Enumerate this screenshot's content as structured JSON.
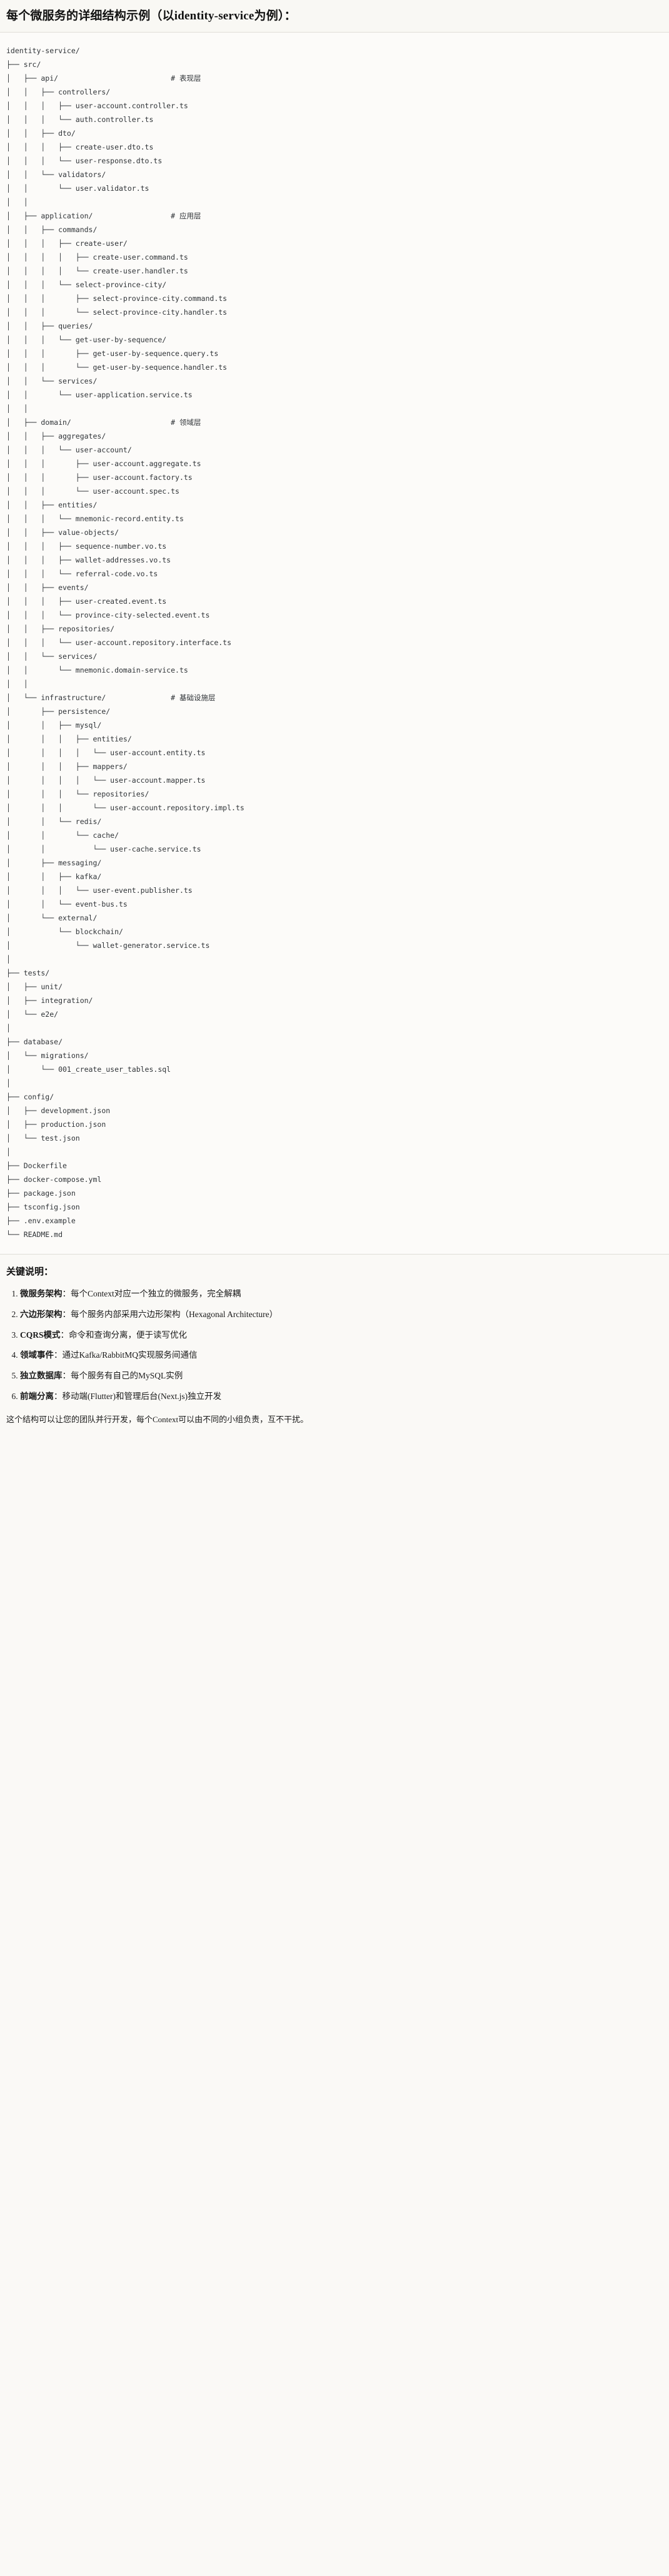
{
  "document": {
    "title": "每个微服务的详细结构示例（以identity-service为例）："
  },
  "tree": {
    "root": "identity-service/",
    "lines": [
      "identity-service/",
      "├── src/",
      "│   ├── api/                          # 表现层",
      "│   │   ├── controllers/",
      "│   │   │   ├── user-account.controller.ts",
      "│   │   │   └── auth.controller.ts",
      "│   │   ├── dto/",
      "│   │   │   ├── create-user.dto.ts",
      "│   │   │   └── user-response.dto.ts",
      "│   │   └── validators/",
      "│   │       └── user.validator.ts",
      "│   │",
      "│   ├── application/                  # 应用层",
      "│   │   ├── commands/",
      "│   │   │   ├── create-user/",
      "│   │   │   │   ├── create-user.command.ts",
      "│   │   │   │   └── create-user.handler.ts",
      "│   │   │   └── select-province-city/",
      "│   │   │       ├── select-province-city.command.ts",
      "│   │   │       └── select-province-city.handler.ts",
      "│   │   ├── queries/",
      "│   │   │   └── get-user-by-sequence/",
      "│   │   │       ├── get-user-by-sequence.query.ts",
      "│   │   │       └── get-user-by-sequence.handler.ts",
      "│   │   └── services/",
      "│   │       └── user-application.service.ts",
      "│   │",
      "│   ├── domain/                       # 领域层",
      "│   │   ├── aggregates/",
      "│   │   │   └── user-account/",
      "│   │   │       ├── user-account.aggregate.ts",
      "│   │   │       ├── user-account.factory.ts",
      "│   │   │       └── user-account.spec.ts",
      "│   │   ├── entities/",
      "│   │   │   └── mnemonic-record.entity.ts",
      "│   │   ├── value-objects/",
      "│   │   │   ├── sequence-number.vo.ts",
      "│   │   │   ├── wallet-addresses.vo.ts",
      "│   │   │   └── referral-code.vo.ts",
      "│   │   ├── events/",
      "│   │   │   ├── user-created.event.ts",
      "│   │   │   └── province-city-selected.event.ts",
      "│   │   ├── repositories/",
      "│   │   │   └── user-account.repository.interface.ts",
      "│   │   └── services/",
      "│   │       └── mnemonic.domain-service.ts",
      "│   │",
      "│   └── infrastructure/               # 基础设施层",
      "│       ├── persistence/",
      "│       │   ├── mysql/",
      "│       │   │   ├── entities/",
      "│       │   │   │   └── user-account.entity.ts",
      "│       │   │   ├── mappers/",
      "│       │   │   │   └── user-account.mapper.ts",
      "│       │   │   └── repositories/",
      "│       │   │       └── user-account.repository.impl.ts",
      "│       │   └── redis/",
      "│       │       └── cache/",
      "│       │           └── user-cache.service.ts",
      "│       ├── messaging/",
      "│       │   ├── kafka/",
      "│       │   │   └── user-event.publisher.ts",
      "│       │   └── event-bus.ts",
      "│       └── external/",
      "│           └── blockchain/",
      "│               └── wallet-generator.service.ts",
      "│",
      "├── tests/",
      "│   ├── unit/",
      "│   ├── integration/",
      "│   └── e2e/",
      "│",
      "├── database/",
      "│   └── migrations/",
      "│       └── 001_create_user_tables.sql",
      "│",
      "├── config/",
      "│   ├── development.json",
      "│   ├── production.json",
      "│   └── test.json",
      "│",
      "├── Dockerfile",
      "├── docker-compose.yml",
      "├── package.json",
      "├── tsconfig.json",
      "├── .env.example",
      "└── README.md"
    ],
    "layer_comments": [
      {
        "path": "api/",
        "comment": "# 表现层"
      },
      {
        "path": "application/",
        "comment": "# 应用层"
      },
      {
        "path": "domain/",
        "comment": "# 领域层"
      },
      {
        "path": "infrastructure/",
        "comment": "# 基础设施层"
      }
    ]
  },
  "notes": {
    "heading": "关键说明：",
    "items": [
      {
        "term": "微服务架构",
        "desc": "：每个Context对应一个独立的微服务，完全解耦"
      },
      {
        "term": "六边形架构",
        "desc": "：每个服务内部采用六边形架构（Hexagonal Architecture）"
      },
      {
        "term": "CQRS模式",
        "desc": "：命令和查询分离，便于读写优化"
      },
      {
        "term": "领域事件",
        "desc": "：通过Kafka/RabbitMQ实现服务间通信"
      },
      {
        "term": "独立数据库",
        "desc": "：每个服务有自己的MySQL实例"
      },
      {
        "term": "前端分离",
        "desc": "：移动端(Flutter)和管理后台(Next.js)独立开发"
      }
    ],
    "closing": "这个结构可以让您的团队并行开发，每个Context可以由不同的小组负责，互不干扰。"
  }
}
